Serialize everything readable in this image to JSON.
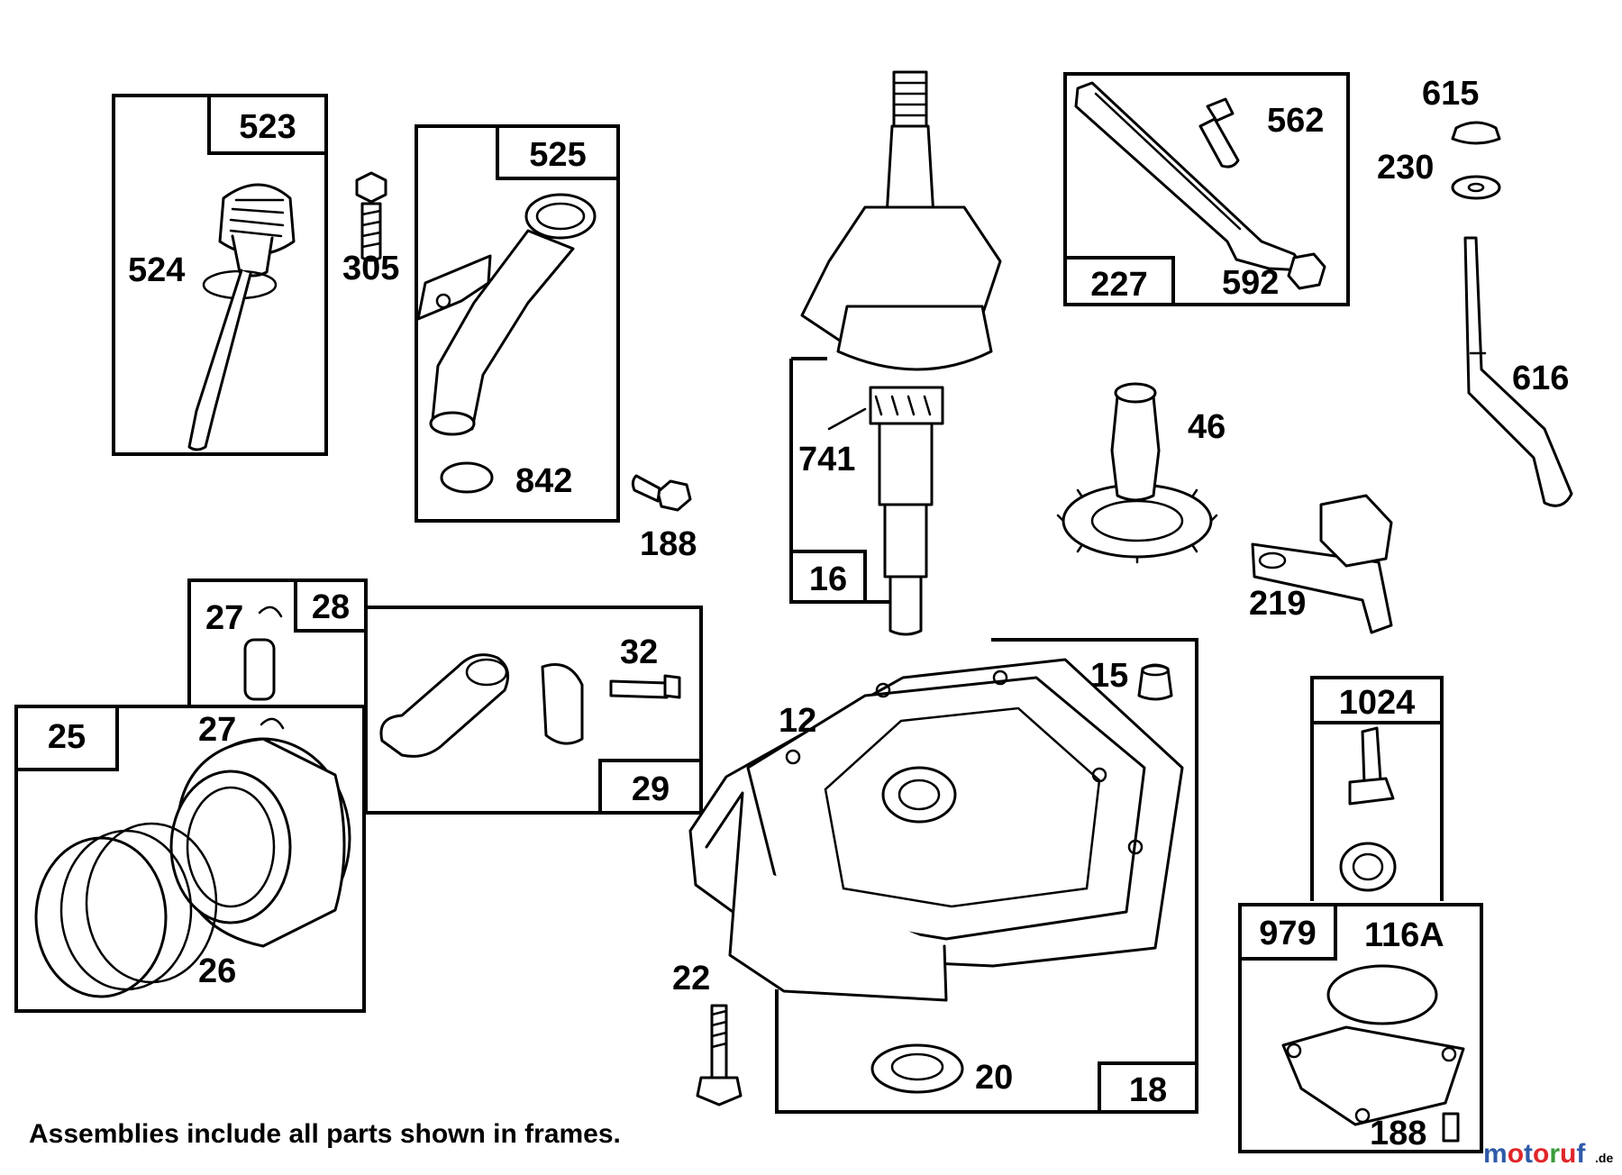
{
  "frames": [
    {
      "id": "523",
      "label": "523"
    },
    {
      "id": "525",
      "label": "525"
    },
    {
      "id": "227",
      "label": "227"
    },
    {
      "id": "16",
      "label": "16"
    },
    {
      "id": "28",
      "label": "28"
    },
    {
      "id": "29",
      "label": "29"
    },
    {
      "id": "25",
      "label": "25"
    },
    {
      "id": "18",
      "label": "18"
    },
    {
      "id": "1024",
      "label": "1024"
    },
    {
      "id": "979",
      "label": "979"
    }
  ],
  "parts": {
    "p524": "524",
    "p305": "305",
    "p842": "842",
    "p188a": "188",
    "p562": "562",
    "p592": "592",
    "p615": "615",
    "p230": "230",
    "p616": "616",
    "p741": "741",
    "p46": "46",
    "p219": "219",
    "p27a": "27",
    "p27b": "27",
    "p32": "32",
    "p26": "26",
    "p12": "12",
    "p15": "15",
    "p22": "22",
    "p20": "20",
    "p116A": "116A",
    "p188b": "188"
  },
  "footnote": "Assemblies include all parts shown in frames.",
  "watermark": {
    "main": "motoruf",
    "suffix": ".de",
    "colors": {
      "m": "#2f5aa8",
      "o": "#e0262a",
      "t": "#2f5aa8",
      "r": "#3a9b3a",
      "u": "#e0262a",
      "f": "#2f5aa8"
    }
  }
}
